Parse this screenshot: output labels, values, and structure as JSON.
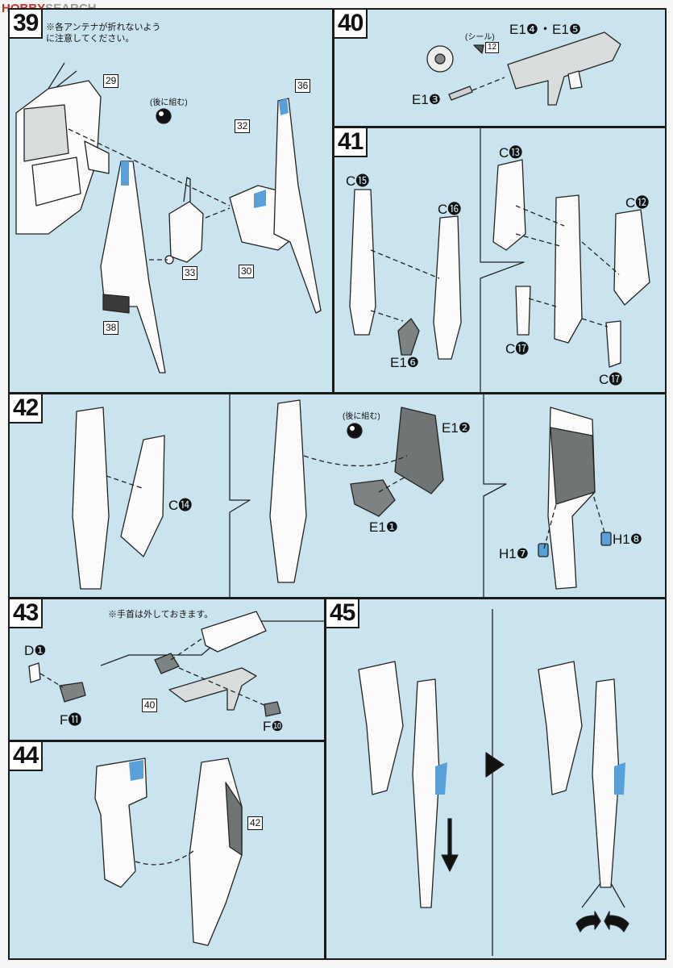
{
  "watermark": {
    "brand": "HOBBY",
    "suffix": "SEARCH"
  },
  "steps": {
    "s39": {
      "num": "39",
      "note_line1": "※各アンテナが折れないよう",
      "note_line2": "に注意してください。",
      "later": "(後に組む)",
      "parts": {
        "p29": "29",
        "p32": "32",
        "p36": "36",
        "p33": "33",
        "p30": "30",
        "p38": "38"
      }
    },
    "s40": {
      "num": "40",
      "seal": "(シール)",
      "seal_no": "12",
      "label_top": "E1❹・E1❺",
      "label_e13": "E1❸"
    },
    "s41": {
      "num": "41",
      "c15": "C⓯",
      "c16": "C⓰",
      "e16": "E1❻",
      "c13": "C⓭",
      "c12": "C⓬",
      "c17a": "C⓱",
      "c17b": "C⓱"
    },
    "s42": {
      "num": "42",
      "c14": "C⓮",
      "later": "(後に組む)",
      "e12": "E1❷",
      "e11": "E1❶",
      "h17": "H1❼",
      "h18": "H1❽"
    },
    "s43": {
      "num": "43",
      "note": "※手首は外しておきます。",
      "d1": "D❶",
      "f11": "F⓫",
      "f10": "F❿",
      "p40": "40"
    },
    "s44": {
      "num": "44",
      "p42": "42"
    },
    "s45": {
      "num": "45"
    }
  }
}
